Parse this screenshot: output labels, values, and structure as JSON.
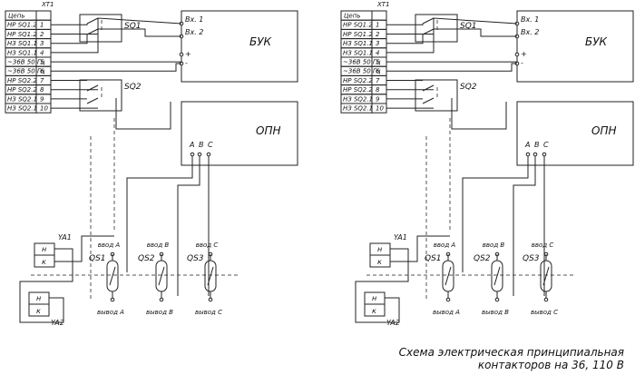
{
  "terminal_block": {
    "title": "XT1",
    "header_label": "Цепь",
    "rows": [
      {
        "label": "НР SQ1.2",
        "num": "1"
      },
      {
        "label": "НР SQ1.2",
        "num": "2"
      },
      {
        "label": "НЗ SQ1.1",
        "num": "3"
      },
      {
        "label": "НЗ SQ1.1",
        "num": "4"
      },
      {
        "label": "~36В 50 Гц",
        "num": "5"
      },
      {
        "label": "~36В 50 Гц",
        "num": "6"
      },
      {
        "label": "НР SQ2.2",
        "num": "7"
      },
      {
        "label": "НР SQ2.2",
        "num": "8"
      },
      {
        "label": "НЗ SQ2.1",
        "num": "9"
      },
      {
        "label": "НЗ SQ2.1",
        "num": "10"
      }
    ]
  },
  "buk": {
    "title": "БУК",
    "in1": "Вх. 1",
    "in2": "Вх. 2",
    "plus": "+",
    "minus": "-"
  },
  "opn": {
    "title": "ОПН",
    "a": "A",
    "b": "B",
    "c": "C"
  },
  "switches": {
    "sq1": "SQ1",
    "sq2": "SQ2"
  },
  "coils": {
    "ya1": "YA1",
    "ya2": "YA2",
    "n": "н",
    "k": "к"
  },
  "contacts": [
    {
      "name": "QS1",
      "in": "ввод A",
      "out": "вывод A"
    },
    {
      "name": "QS2",
      "in": "ввод B",
      "out": "вывод B"
    },
    {
      "name": "QS3",
      "in": "ввод C",
      "out": "вывод C"
    }
  ],
  "caption": {
    "line1": "Схема электрическая принципиальная",
    "line2": "контакторов на 36, 110 В"
  }
}
